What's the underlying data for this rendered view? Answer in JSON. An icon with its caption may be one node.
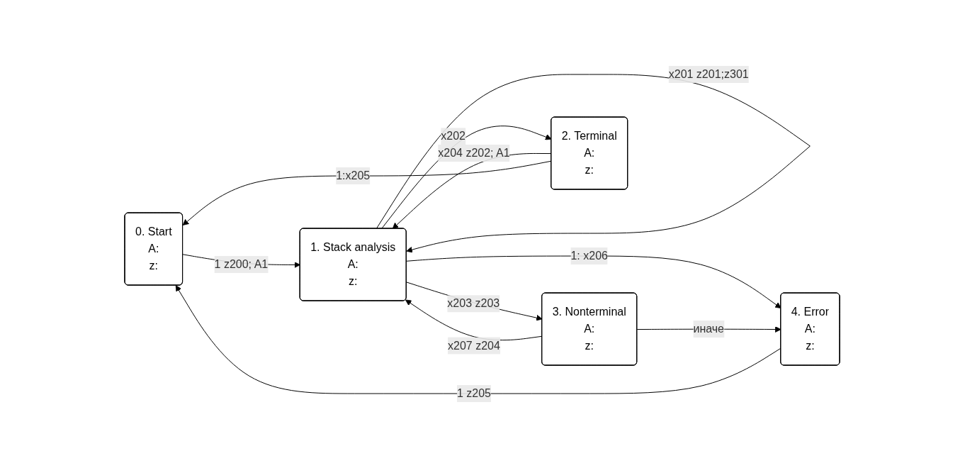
{
  "diagram": {
    "nodes": [
      {
        "text": [
          "0. Start",
          "A:",
          "z:"
        ]
      },
      {
        "text": [
          "1. Stack analysis",
          "A:",
          "z:"
        ]
      },
      {
        "text": [
          "3. Nonterminal",
          "A:",
          "z:"
        ]
      },
      {
        "text": [
          "2. Terminal",
          "A:",
          "z:"
        ]
      },
      {
        "text": [
          "4. Error",
          "A:",
          "z:"
        ]
      }
    ],
    "edges": [
      {
        "from": 0,
        "to": 1,
        "arrow": "to",
        "label": "1 z200; A1"
      },
      {
        "from": 1,
        "to": 1,
        "arrow": "to",
        "label": "x201 z201;z301"
      },
      {
        "from": 1,
        "to": 2,
        "arrow": "to",
        "label": "x203 z203"
      },
      {
        "from": 2,
        "to": 1,
        "arrow": "to",
        "label": "x207 z204"
      },
      {
        "from": 1,
        "to": 3,
        "arrow": "to",
        "label": "x202"
      },
      {
        "from": 3,
        "to": 1,
        "arrow": "to",
        "label": "x204 z202; A1"
      },
      {
        "from": 1,
        "to": 4,
        "arrow": "to",
        "label": "1: x206"
      },
      {
        "from": 2,
        "to": 4,
        "arrow": "to",
        "label": "иначе"
      },
      {
        "from": 3,
        "to": 0,
        "arrow": "to",
        "label": "1:x205"
      },
      {
        "from": 4,
        "to": 0,
        "arrow": "to",
        "label": "1 z205"
      }
    ]
  }
}
